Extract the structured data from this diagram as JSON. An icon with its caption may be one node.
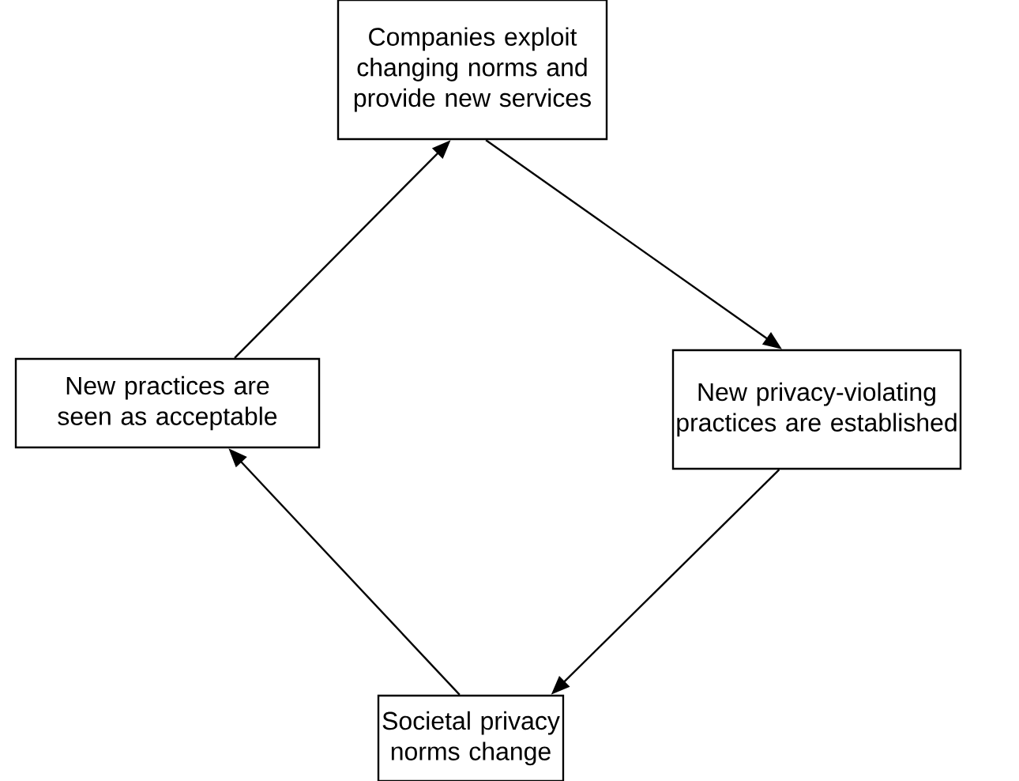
{
  "diagram": {
    "nodes": [
      {
        "text": [
          "Companies exploit changing norms and provide new services"
        ]
      },
      {
        "text": [
          "New privacy-violating practices are established"
        ]
      },
      {
        "text": [
          "Societal privacy norms change"
        ]
      },
      {
        "text": [
          "New practices are seen as acceptable"
        ]
      }
    ],
    "edges": [
      {
        "from": 0,
        "to": 1,
        "arrow": "to"
      },
      {
        "from": 1,
        "to": 2,
        "arrow": "to"
      },
      {
        "from": 2,
        "to": 3,
        "arrow": "to"
      },
      {
        "from": 3,
        "to": 0,
        "arrow": "to"
      }
    ]
  }
}
